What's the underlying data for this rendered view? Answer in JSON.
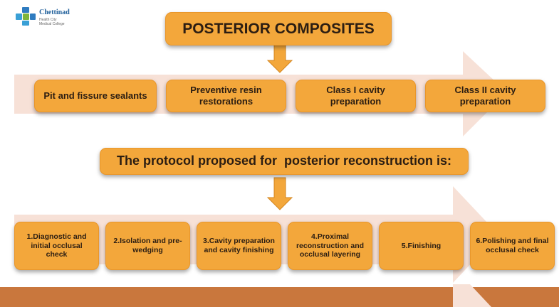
{
  "logo": {
    "name": "Chettinad",
    "tagline_1": "Health City",
    "tagline_2": "Medical College"
  },
  "title": "POSTERIOR COMPOSITES",
  "categories": [
    "Pit and fissure sealants",
    "Preventive resin restorations",
    "Class I cavity preparation",
    "Class II cavity preparation"
  ],
  "protocol_heading": "The protocol proposed for  posterior reconstruction is:",
  "steps": [
    "1.Diagnostic and initial occlusal check",
    "2.Isolation and pre-wedging",
    "3.Cavity preparation and cavity finishing",
    "4.Proximal reconstruction and occlusal layering",
    "5.Finishing",
    "6.Polishing and final occlusal check"
  ],
  "colors": {
    "box_fill": "#f3a73b",
    "box_border": "#e9962a",
    "band_arrow": "#f7e1d7",
    "footer_bar": "#c9773d",
    "down_arrow": "#f3a73b"
  },
  "icons": [
    "chettinad-logo-icon",
    "down-arrow-icon",
    "right-band-arrow-icon"
  ]
}
